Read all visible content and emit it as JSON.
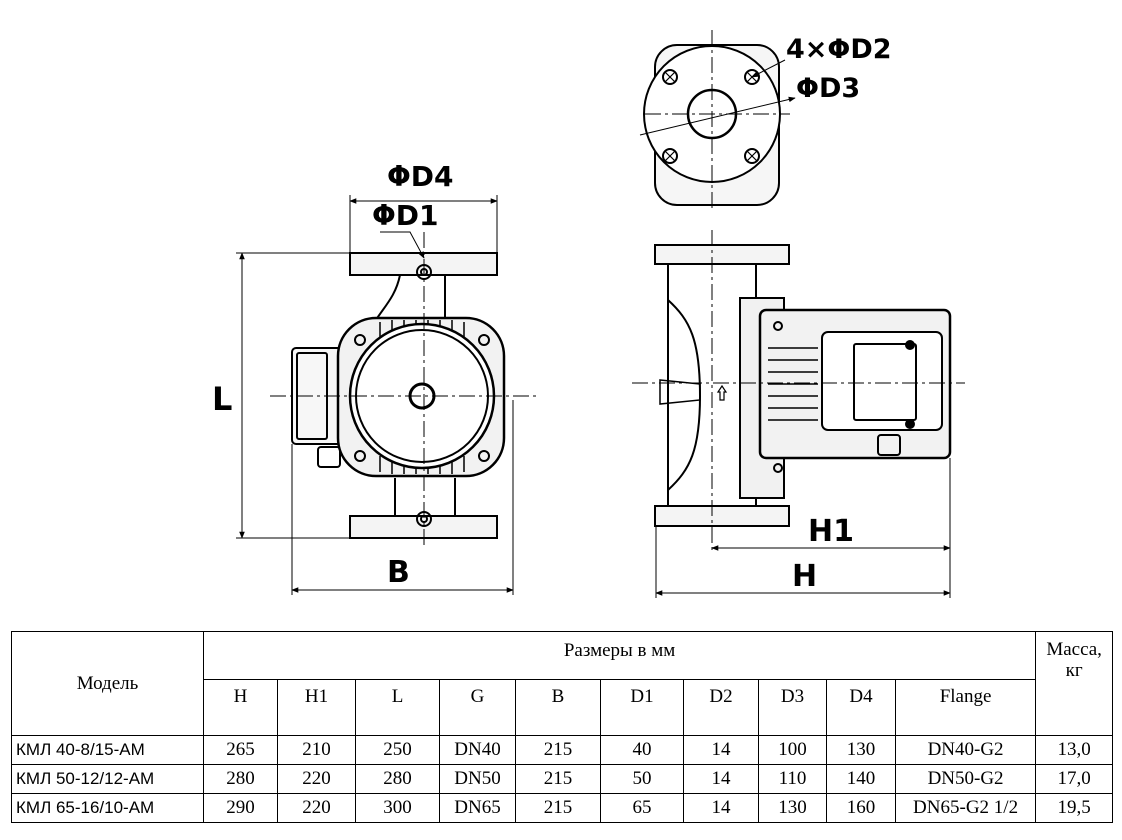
{
  "labels": {
    "d4": "ΦD4",
    "d1": "ΦD1",
    "l": "L",
    "b": "B",
    "d2": "4×ΦD2",
    "d3": "ΦD3",
    "h1": "H1",
    "h": "H"
  },
  "table": {
    "model_header": "Модель",
    "size_header": "Размеры в мм",
    "mass_header": "Масса, кг",
    "columns": [
      "H",
      "H1",
      "L",
      "G",
      "B",
      "D1",
      "D2",
      "D3",
      "D4",
      "Flange"
    ],
    "rows": [
      {
        "model": "КМЛ 40-8/15-AM",
        "cells": [
          "265",
          "210",
          "250",
          "DN40",
          "215",
          "40",
          "14",
          "100",
          "130",
          "DN40-G2"
        ],
        "mass": "13,0"
      },
      {
        "model": "КМЛ 50-12/12-AM",
        "cells": [
          "280",
          "220",
          "280",
          "DN50",
          "215",
          "50",
          "14",
          "110",
          "140",
          "DN50-G2"
        ],
        "mass": "17,0"
      },
      {
        "model": "КМЛ 65-16/10-AM",
        "cells": [
          "290",
          "220",
          "300",
          "DN65",
          "215",
          "65",
          "14",
          "130",
          "160",
          "DN65-G2 1/2"
        ],
        "mass": "19,5"
      }
    ]
  }
}
